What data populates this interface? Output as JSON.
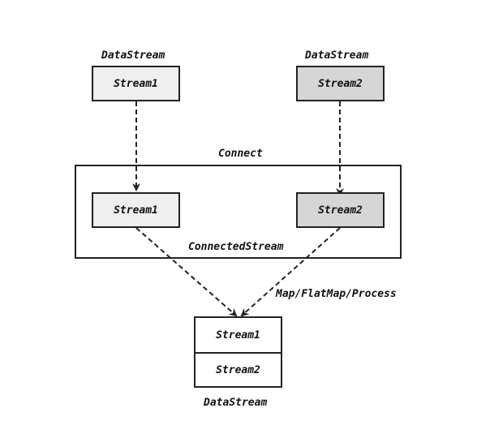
{
  "top": {
    "left_title": "DataStream",
    "right_title": "DataStream",
    "left_box": "Stream1",
    "right_box": "Stream2"
  },
  "connect": {
    "label": "Connect",
    "left_box": "Stream1",
    "right_box": "Stream2",
    "container_label": "ConnectedStream"
  },
  "operation": {
    "label": "Map/FlatMap/Process"
  },
  "result": {
    "row1": "Stream1",
    "row2": "Stream2",
    "title": "DataStream"
  },
  "colors": {
    "light_fill": "#efefef",
    "dark_fill": "#d6d6d6",
    "stroke": "#222222"
  }
}
